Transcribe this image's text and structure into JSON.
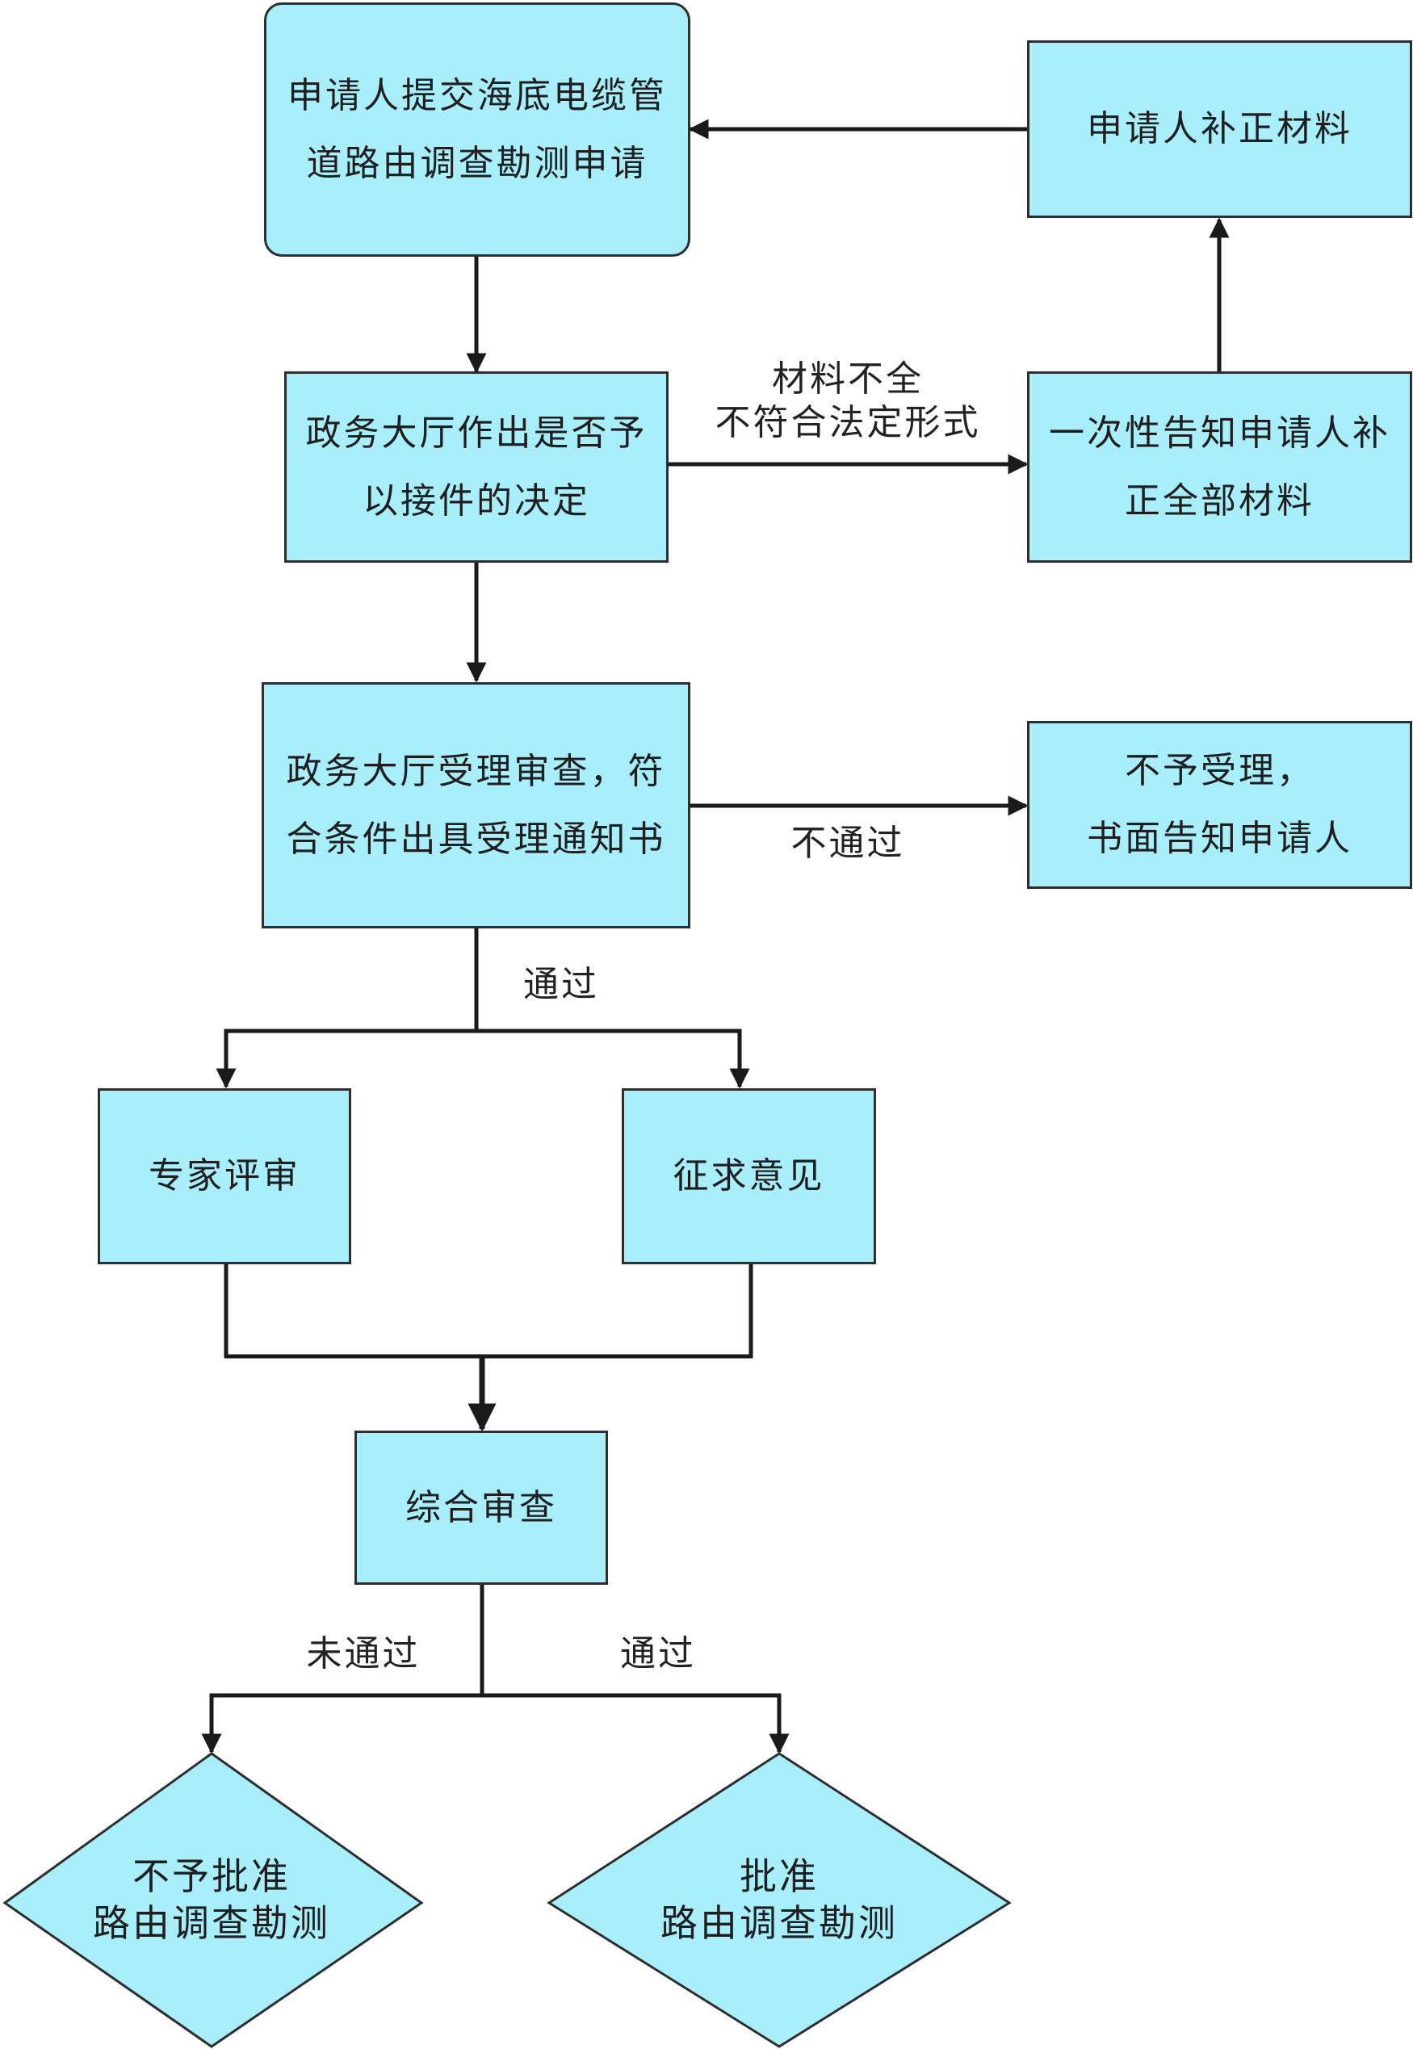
{
  "colors": {
    "node_fill": "#a9eefb",
    "stroke": "#2e2e2e",
    "text": "#1f1f1f"
  },
  "nodes": {
    "submit": {
      "line1": "申请人提交海底电缆管",
      "line2": "道路由调查勘测申请"
    },
    "supplement": {
      "label": "申请人补正材料"
    },
    "decide": {
      "line1": "政务大厅作出是否予",
      "line2": "以接件的决定"
    },
    "notify_once": {
      "line1": "一次性告知申请人补",
      "line2": "正全部材料"
    },
    "review": {
      "line1": "政务大厅受理审查，符",
      "line2": "合条件出具受理通知书"
    },
    "reject_accept": {
      "line1": "不予受理，",
      "line2": "书面告知申请人"
    },
    "expert": {
      "label": "专家评审"
    },
    "opinion": {
      "label": "征求意见"
    },
    "comprehensive": {
      "label": "综合审查"
    },
    "deny": {
      "line1": "不予批准",
      "line2": "路由调查勘测"
    },
    "approve": {
      "line1": "批准",
      "line2": "路由调查勘测"
    }
  },
  "edge_labels": {
    "incomplete_line1": "材料不全",
    "incomplete_line2": "不符合法定形式",
    "not_pass": "不通过",
    "pass": "通过",
    "failed": "未通过",
    "passed": "通过"
  }
}
